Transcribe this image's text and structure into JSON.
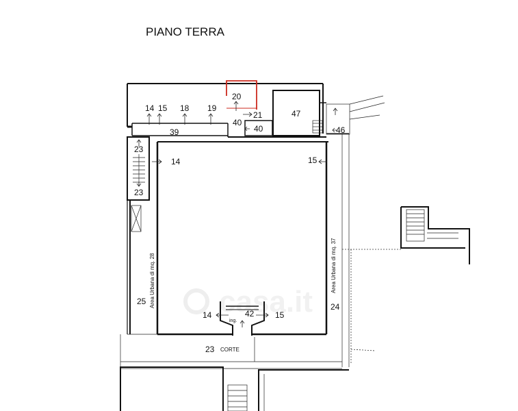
{
  "title": "PIANO TERRA",
  "labels": {
    "r20": "20",
    "r21": "21",
    "r47": "47",
    "r14a": "14",
    "r15a": "15",
    "r18": "18",
    "r19": "19",
    "r40a": "40",
    "r40b": "40",
    "r39": "39",
    "r46": "46",
    "r23a": "23",
    "r14b": "14",
    "r15b": "15",
    "r23b": "23",
    "r25": "25",
    "r24": "24",
    "r14c": "14",
    "r42": "42",
    "r15c": "15",
    "ing": "ing.",
    "r23c": "23",
    "corte": "CORTE",
    "area_left": "Area Urbana di mq. 28",
    "area_right": "Area Urbana di mq. 37"
  },
  "colors": {
    "highlight": "#cc2a1e",
    "ink": "#111111",
    "watermark": "#e3e3e3"
  },
  "watermark": "casa.it"
}
